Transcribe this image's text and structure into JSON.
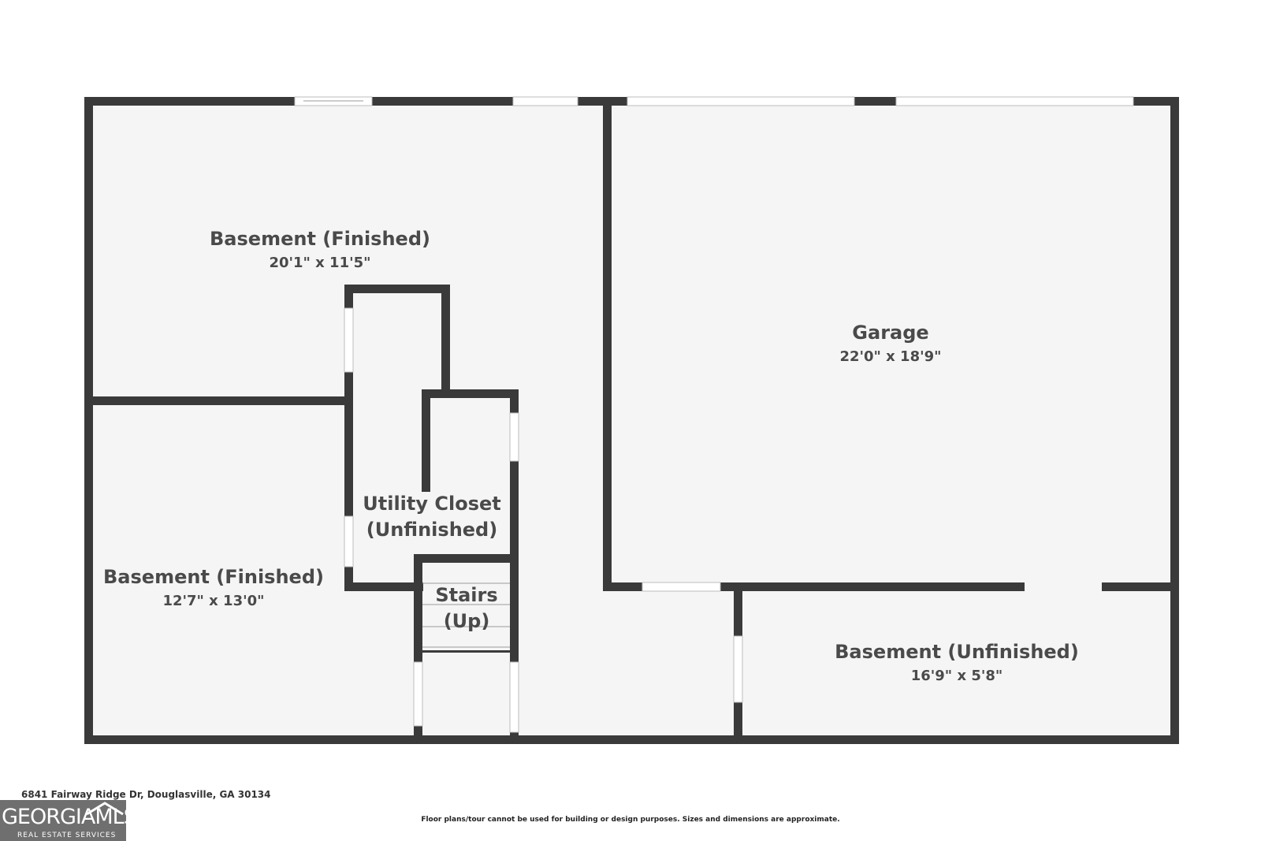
{
  "rooms": {
    "basement_finished_1": {
      "name": "Basement (Finished)",
      "dims": "20'1\" x 11'5\""
    },
    "garage": {
      "name": "Garage",
      "dims": "22'0\" x 18'9\""
    },
    "utility_closet": {
      "name_line1": "Utility Closet",
      "name_line2": "(Unfinished)"
    },
    "basement_finished_2": {
      "name": "Basement (Finished)",
      "dims": "12'7\" x 13'0\""
    },
    "stairs": {
      "name_line1": "Stairs",
      "name_line2": "(Up)"
    },
    "basement_unfinished": {
      "name": "Basement (Unfinished)",
      "dims": "16'9\" x 5'8\""
    }
  },
  "footer": {
    "address": "6841 Fairway Ridge Dr, Douglasville, GA 30134",
    "disclaimer": "Floor plans/tour cannot be used for building or design purposes. Sizes and dimensions are approximate.",
    "logo_main": "GEORGIAMLS",
    "logo_sub": "REAL ESTATE SERVICES"
  },
  "colors": {
    "wall": "#3a3a3a",
    "floor": "#f5f5f5",
    "opening": "#ffffff",
    "text": "#4a4a4a"
  }
}
